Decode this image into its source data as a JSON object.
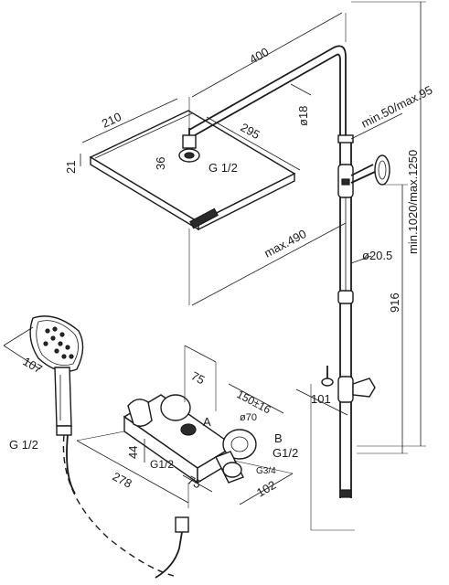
{
  "labels": {
    "arm_length": "400",
    "head_width": "210",
    "head_thickness": "21",
    "head_depth": "295",
    "connector_height": "36",
    "connector_thread": "G 1/2",
    "arm_diameter": "ø18",
    "slide_range": "min.50/max.95",
    "riser_range": "min.1020/max.1250",
    "max_reach": "max.490",
    "riser_diameter": "ø20.5",
    "riser_height": "916",
    "bracket_depth": "101",
    "hand_shower_width": "107",
    "hand_shower_thread": "G 1/2",
    "mixer_height": "75",
    "mixer_centres": "150±16",
    "handle_diameter": "ø70",
    "outlet_a": "A",
    "outlet_b": "B",
    "outlet_b_thread": "G1/2",
    "mixer_body_height": "44",
    "inlet_thread": "G1/2",
    "outlet_thread_small": "G3/4",
    "mixer_width": "278",
    "mixer_offset": "75",
    "mixer_depth": "102"
  }
}
